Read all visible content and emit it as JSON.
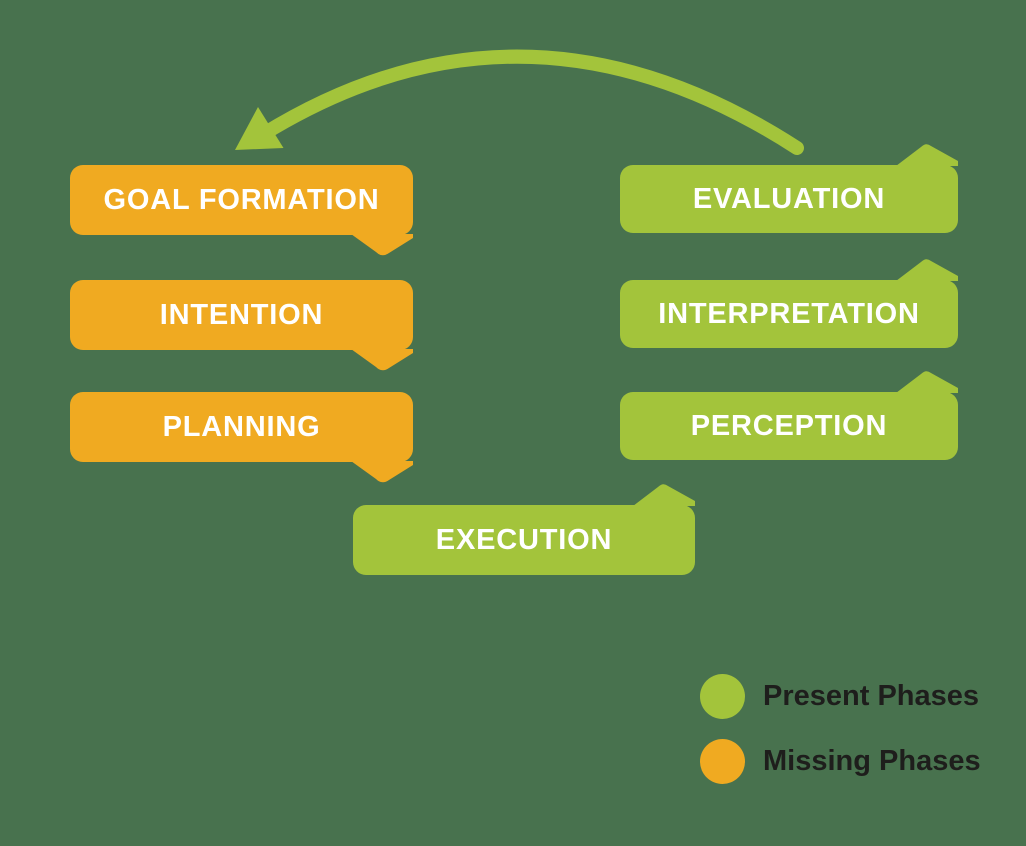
{
  "colors": {
    "background": "#48724E",
    "present_green": "#A3C43B",
    "missing_orange": "#F0AA21",
    "box_text": "#FFFFFF",
    "legend_text": "#1E1E1C"
  },
  "phases": {
    "goal_formation": "GOAL FORMATION",
    "intention": "INTENTION",
    "planning": "PLANNING",
    "evaluation": "EVALUATION",
    "interpretation": "INTERPRETATION",
    "perception": "PERCEPTION",
    "execution": "EXECUTION"
  },
  "legend": {
    "present": {
      "label": "Present Phases",
      "color": "#A3C43B"
    },
    "missing": {
      "label": "Missing Phases",
      "color": "#F0AA21"
    }
  }
}
